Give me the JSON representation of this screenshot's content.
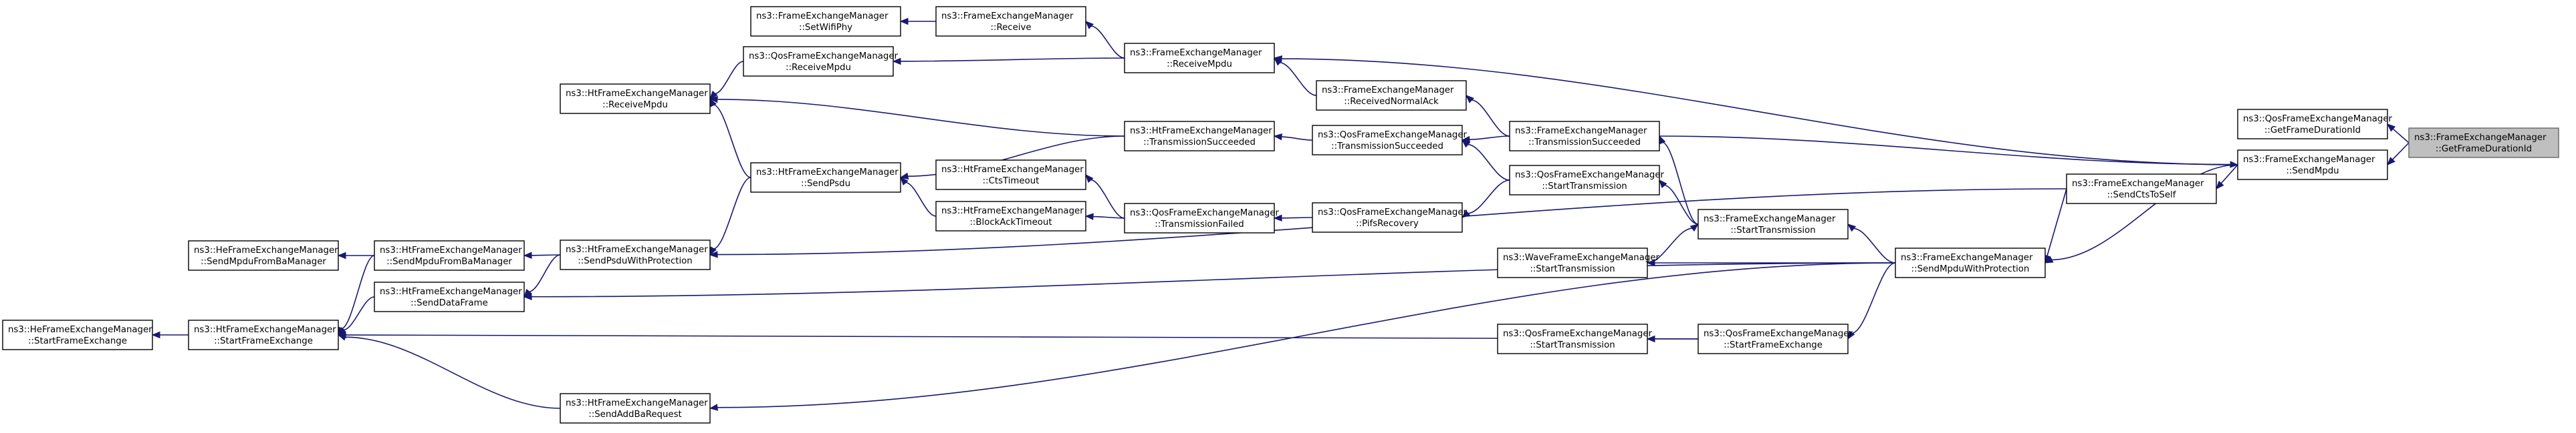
{
  "graph": {
    "title": "",
    "nodes": [
      {
        "id": "root",
        "line1": "ns3::FrameExchangeManager",
        "line2": "::GetFrameDurationId",
        "highlighted": true
      },
      {
        "id": "qos_getdur",
        "line1": "ns3::QosFrameExchangeManager",
        "line2": "::GetFrameDurationId"
      },
      {
        "id": "fem_sendmpdu",
        "line1": "ns3::FrameExchangeManager",
        "line2": "::SendMpdu"
      },
      {
        "id": "fem_sendcts",
        "line1": "ns3::FrameExchangeManager",
        "line2": "::SendCtsToSelf"
      },
      {
        "id": "fem_sendprot",
        "line1": "ns3::FrameExchangeManager",
        "line2": "::SendMpduWithProtection"
      },
      {
        "id": "fem_receivempdu",
        "line1": "ns3::FrameExchangeManager",
        "line2": "::ReceiveMpdu"
      },
      {
        "id": "fem_receive",
        "line1": "ns3::FrameExchangeManager",
        "line2": "::Receive"
      },
      {
        "id": "fem_setwifiphy",
        "line1": "ns3::FrameExchangeManager",
        "line2": "::SetWifiPhy"
      },
      {
        "id": "qos_receivempdu",
        "line1": "ns3::QosFrameExchangeManager",
        "line2": "::ReceiveMpdu"
      },
      {
        "id": "ht_receivempdu",
        "line1": "ns3::HtFrameExchangeManager",
        "line2": "::ReceiveMpdu"
      },
      {
        "id": "fem_recnormalack",
        "line1": "ns3::FrameExchangeManager",
        "line2": "::ReceivedNormalAck"
      },
      {
        "id": "fem_txsucc",
        "line1": "ns3::FrameExchangeManager",
        "line2": "::TransmissionSucceeded"
      },
      {
        "id": "qos_txsucc",
        "line1": "ns3::QosFrameExchangeManager",
        "line2": "::TransmissionSucceeded"
      },
      {
        "id": "ht_txsucc",
        "line1": "ns3::HtFrameExchangeManager",
        "line2": "::TransmissionSucceeded"
      },
      {
        "id": "qos_starttx",
        "line1": "ns3::QosFrameExchangeManager",
        "line2": "::StartTransmission"
      },
      {
        "id": "fem_starttx",
        "line1": "ns3::FrameExchangeManager",
        "line2": "::StartTransmission"
      },
      {
        "id": "wave_starttx",
        "line1": "ns3::WaveFrameExchangeManager",
        "line2": "::StartTransmission"
      },
      {
        "id": "qos_pifs",
        "line1": "ns3::QosFrameExchangeManager",
        "line2": "::PifsRecovery"
      },
      {
        "id": "qos_txfailed",
        "line1": "ns3::QosFrameExchangeManager",
        "line2": "::TransmissionFailed"
      },
      {
        "id": "ht_ctstimeout",
        "line1": "ns3::HtFrameExchangeManager",
        "line2": "::CtsTimeout"
      },
      {
        "id": "ht_blockack",
        "line1": "ns3::HtFrameExchangeManager",
        "line2": "::BlockAckTimeout"
      },
      {
        "id": "ht_sendpsdu",
        "line1": "ns3::HtFrameExchangeManager",
        "line2": "::SendPsdu"
      },
      {
        "id": "ht_sendpsduprot",
        "line1": "ns3::HtFrameExchangeManager",
        "line2": "::SendPsduWithProtection"
      },
      {
        "id": "ht_sendfromba",
        "line1": "ns3::HtFrameExchangeManager",
        "line2": "::SendMpduFromBaManager"
      },
      {
        "id": "he_sendfromba",
        "line1": "ns3::HeFrameExchangeManager",
        "line2": "::SendMpduFromBaManager"
      },
      {
        "id": "ht_senddata",
        "line1": "ns3::HtFrameExchangeManager",
        "line2": "::SendDataFrame"
      },
      {
        "id": "ht_startfe",
        "line1": "ns3::HtFrameExchangeManager",
        "line2": "::StartFrameExchange"
      },
      {
        "id": "he_startfe",
        "line1": "ns3::HeFrameExchangeManager",
        "line2": "::StartFrameExchange"
      },
      {
        "id": "qos_startfe",
        "line1": "ns3::QosFrameExchangeManager",
        "line2": "::StartFrameExchange"
      },
      {
        "id": "qos_starttx2",
        "line1": "ns3::QosFrameExchangeManager",
        "line2": "::StartTransmission"
      },
      {
        "id": "ht_sendaddba",
        "line1": "ns3::HtFrameExchangeManager",
        "line2": "::SendAddBaRequest"
      }
    ],
    "edges": [
      [
        "qos_getdur",
        "root"
      ],
      [
        "fem_sendmpdu",
        "root"
      ],
      [
        "fem_sendcts",
        "fem_sendmpdu"
      ],
      [
        "fem_sendprot",
        "fem_sendmpdu"
      ],
      [
        "fem_receivempdu",
        "fem_sendmpdu"
      ],
      [
        "fem_sendprot",
        "fem_sendcts"
      ],
      [
        "ht_sendpsduprot",
        "fem_sendcts"
      ],
      [
        "fem_receive",
        "fem_receivempdu"
      ],
      [
        "fem_setwifiphy",
        "fem_receive"
      ],
      [
        "qos_receivempdu",
        "fem_receivempdu"
      ],
      [
        "ht_receivempdu",
        "qos_receivempdu"
      ],
      [
        "fem_receivempdu",
        "fem_recnormalack"
      ],
      [
        "fem_recnormalack",
        "fem_txsucc"
      ],
      [
        "qos_txsucc",
        "fem_txsucc"
      ],
      [
        "ht_txsucc",
        "qos_txsucc"
      ],
      [
        "ht_receivempdu",
        "ht_txsucc"
      ],
      [
        "ht_sendpsdu",
        "ht_txsucc"
      ],
      [
        "fem_sendmpdu",
        "fem_txsucc"
      ],
      [
        "fem_txsucc",
        "fem_starttx"
      ],
      [
        "qos_txsucc",
        "qos_starttx"
      ],
      [
        "qos_starttx",
        "fem_starttx"
      ],
      [
        "qos_pifs",
        "qos_starttx"
      ],
      [
        "qos_txfailed",
        "qos_pifs"
      ],
      [
        "ht_blockack",
        "qos_txfailed"
      ],
      [
        "ht_ctstimeout",
        "qos_txfailed"
      ],
      [
        "fem_starttx",
        "wave_starttx"
      ],
      [
        "fem_starttx",
        "fem_sendprot"
      ],
      [
        "wave_starttx",
        "fem_sendprot"
      ],
      [
        "ht_receivempdu",
        "ht_sendpsdu"
      ],
      [
        "ht_sendpsdu",
        "ht_blockack"
      ],
      [
        "ht_sendpsduprot",
        "ht_sendpsdu"
      ],
      [
        "ht_sendfromba",
        "ht_sendpsduprot"
      ],
      [
        "ht_senddata",
        "ht_sendpsduprot"
      ],
      [
        "he_sendfromba",
        "ht_sendfromba"
      ],
      [
        "ht_startfe",
        "ht_sendfromba"
      ],
      [
        "ht_startfe",
        "ht_senddata"
      ],
      [
        "ht_senddata",
        "fem_sendprot"
      ],
      [
        "he_startfe",
        "ht_startfe"
      ],
      [
        "qos_startfe",
        "fem_sendprot"
      ],
      [
        "qos_starttx2",
        "qos_startfe"
      ],
      [
        "ht_startfe",
        "qos_startfe"
      ],
      [
        "ht_sendaddba",
        "fem_sendprot"
      ],
      [
        "ht_startfe",
        "ht_sendaddba"
      ]
    ]
  }
}
